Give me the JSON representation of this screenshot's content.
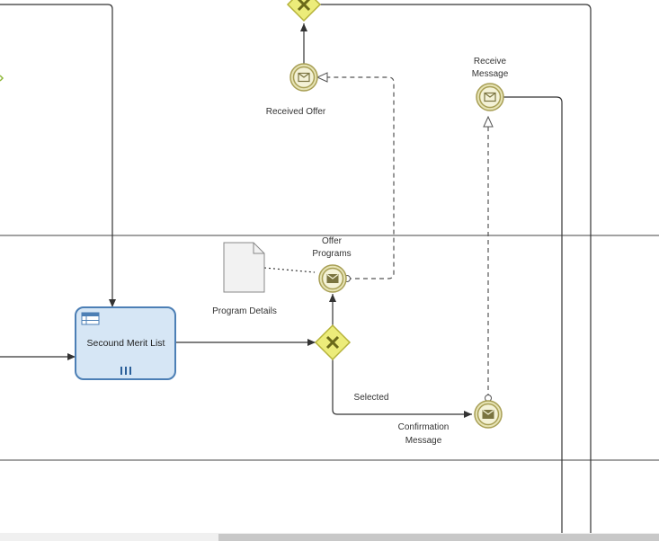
{
  "diagram": {
    "labels": {
      "received_offer": "Received Offer",
      "receive_message_l1": "Receive",
      "receive_message_l2": "Message",
      "offer_programs_l1": "Offer",
      "offer_programs_l2": "Programs",
      "program_details": "Program Details",
      "task_name": "Secound Merit List",
      "selected": "Selected",
      "confirmation_l1": "Confirmation",
      "confirmation_l2": "Message"
    },
    "colors": {
      "gateway_fill": "#ecec7a",
      "gateway_stroke": "#b5b23a",
      "gateway_cross": "#6b6a1a",
      "event_fill": "#e6e3b4",
      "event_stroke": "#a89f55",
      "task_fill": "#d6e6f5",
      "task_stroke": "#4c7fb5",
      "line": "#333333",
      "lane": "#444444"
    }
  }
}
